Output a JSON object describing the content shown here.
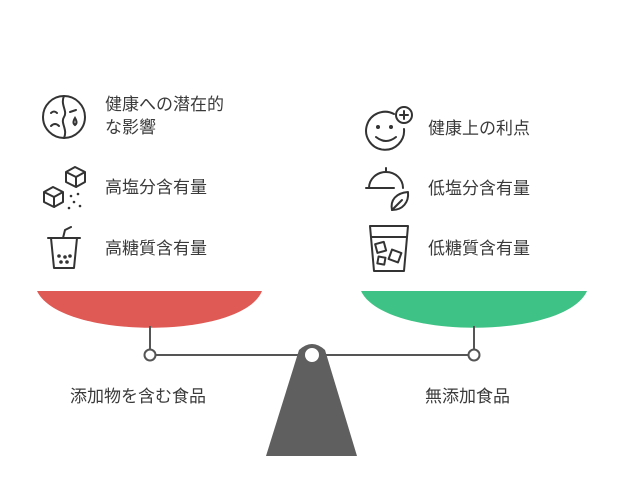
{
  "left_side": {
    "items": [
      {
        "icon": "worried-face-icon",
        "label_line1": "健康への潜在的",
        "label_line2": "な影響"
      },
      {
        "icon": "salt-cubes-icon",
        "label": "高塩分含有量"
      },
      {
        "icon": "sugary-drink-icon",
        "label": "高糖質含有量"
      }
    ],
    "caption": "添加物を含む食品",
    "pan_color": "#e05a55"
  },
  "right_side": {
    "items": [
      {
        "icon": "happy-face-plus-icon",
        "label": "健康上の利点"
      },
      {
        "icon": "cloche-leaf-icon",
        "label": "低塩分含有量"
      },
      {
        "icon": "ice-glass-icon",
        "label": "低糖質含有量"
      }
    ],
    "caption": "無添加食品",
    "pan_color": "#3fc285"
  },
  "fulcrum_color": "#5f5f5f"
}
